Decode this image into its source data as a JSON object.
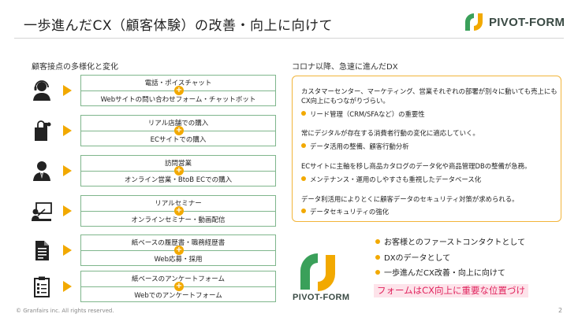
{
  "header": {
    "title": "一歩進んだCX（顧客体験）の改善・向上に向けて",
    "logo_text": "PIVOT-FORM"
  },
  "left_section": {
    "heading": "顧客接点の多様化と変化",
    "rows": [
      {
        "icon": "call-center-agent-icon",
        "line1": "電話・ポイスチャット",
        "line2": "Webサイトの問い合わせフォーム・チャットボット"
      },
      {
        "icon": "shopping-bag-icon",
        "line1": "リアル店舗での購入",
        "line2": "ECサイトでの購入"
      },
      {
        "icon": "business-person-icon",
        "line1": "訪問営業",
        "line2": "オンライン営業・BtoB ECでの購入"
      },
      {
        "icon": "seminar-presentation-icon",
        "line1": "リアルセミナー",
        "line2": "オンラインセミナー・動画配信"
      },
      {
        "icon": "document-icon",
        "line1": "紙ベースの履歴書・職務経歴書",
        "line2": "Web応募・採用"
      },
      {
        "icon": "clipboard-survey-icon",
        "line1": "紙ベースのアンケートフォーム",
        "line2": "Webでのアンケートフォーム"
      }
    ]
  },
  "right_section": {
    "heading": "コロナ以降、急速に進んだDX",
    "card": {
      "p1": "カスタマーセンター、マーケティング、営業それぞれの部署が別々に動いても売上にもCX向上にもつながりづらい。",
      "b1": "リード管理（CRM/SFAなど）の重要性",
      "p2": "常にデジタルが存在する消費者行動の変化に適応していく。",
      "b2": "データ活用の整備、顧客行動分析",
      "p3": "ECサイトに主軸を移し商品カタログのデータ化や商品管理DBの整備が急務。",
      "b3": "メンテナンス・運用のしやすさも重視したデータベース化",
      "p4": "データ利活用によりとくに顧客データのセキュリティ対策が求められる。",
      "b4": "データセキュリティの強化"
    }
  },
  "bottom": {
    "logo_text": "PIVOT-FORM",
    "points": [
      "お客様とのファーストコンタクトとして",
      "DXのデータとして",
      "一歩進んだCX改善・向上に向けて"
    ],
    "highlight": "フォームはCX向上に重要な位置づけ"
  },
  "footer": {
    "copyright": "© Granfairs inc. All rights reserved.",
    "page_number": "2"
  },
  "colors": {
    "accent_orange": "#f2a900",
    "accent_green": "#7fb68c",
    "logo_green": "#3aa05a",
    "highlight_bg": "#fde3ea",
    "highlight_text": "#e0245e"
  }
}
